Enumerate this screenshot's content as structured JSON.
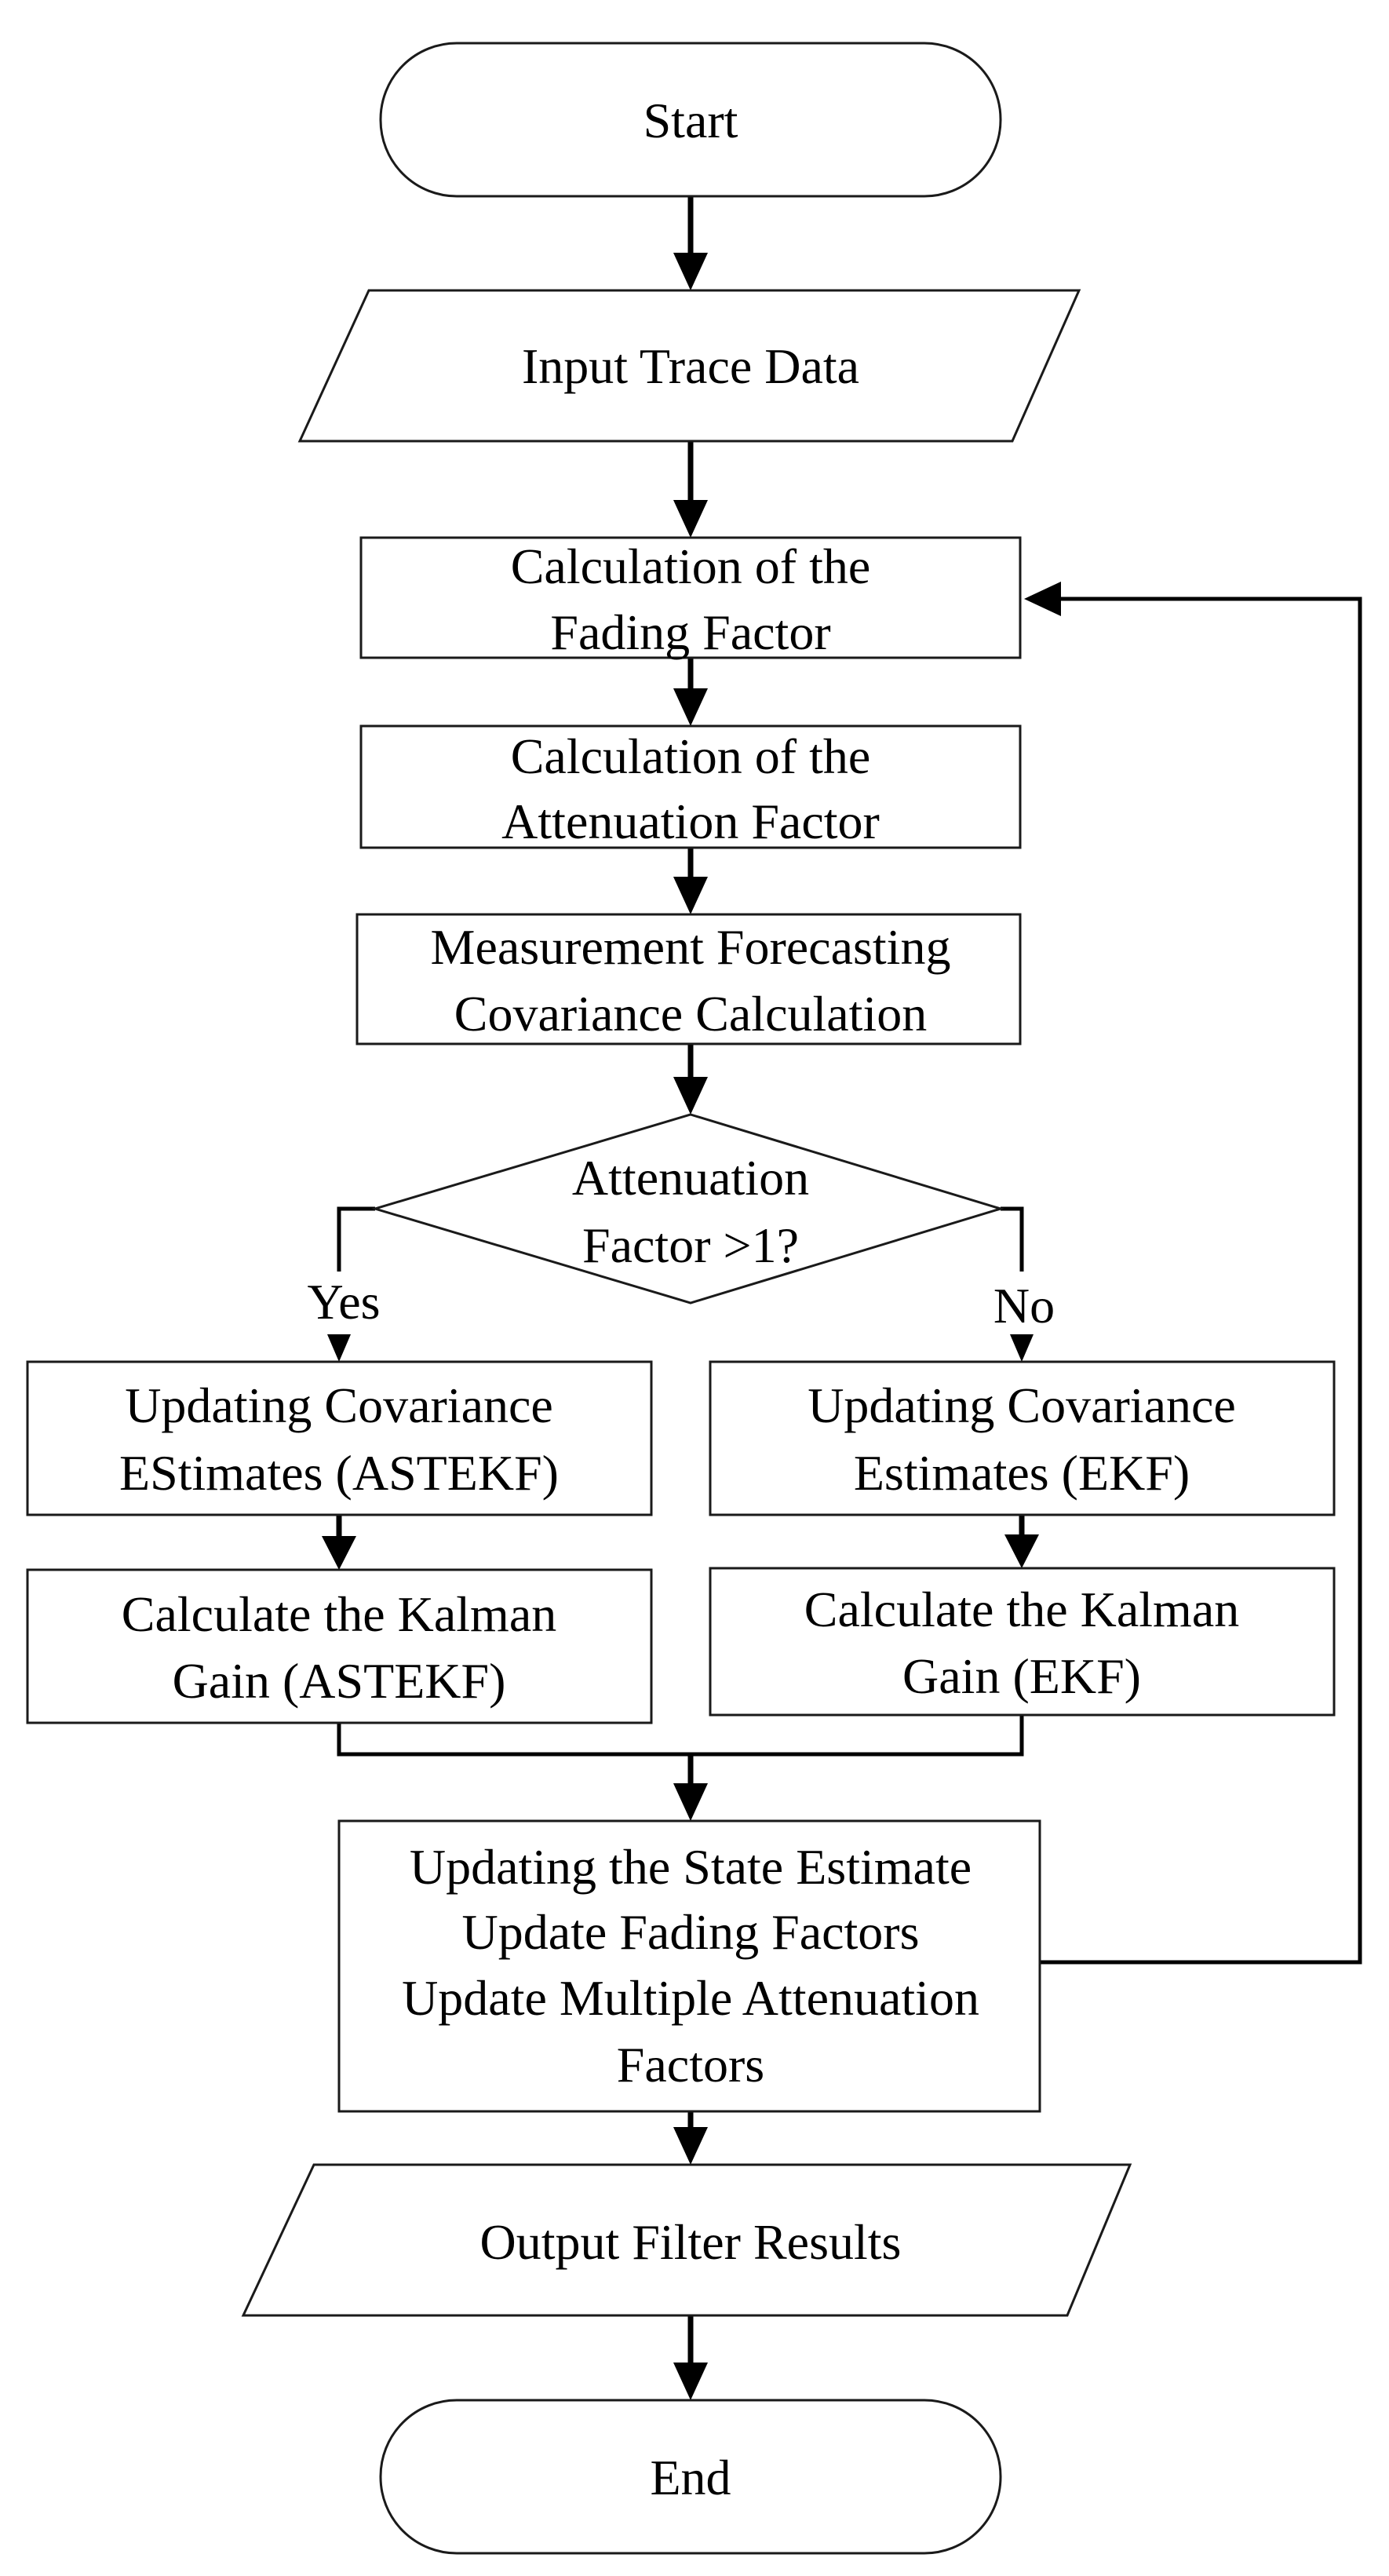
{
  "diagram": {
    "start": "Start",
    "input": "Input Trace Data",
    "fading_factor": [
      "Calculation of the",
      "Fading Factor"
    ],
    "attenuation_factor": [
      "Calculation of the",
      "Attenuation Factor"
    ],
    "measurement": [
      "Measurement Forecasting",
      "Covariance Calculation"
    ],
    "decision": [
      "Attenuation",
      "Factor >1?"
    ],
    "yes_label": "Yes",
    "no_label": "No",
    "update_cov_astekf": [
      "Updating Covariance",
      "EStimates (ASTEKF)"
    ],
    "update_cov_ekf": [
      "Updating Covariance",
      "Estimates (EKF)"
    ],
    "gain_astekf": [
      "Calculate the Kalman",
      "Gain (ASTEKF)"
    ],
    "gain_ekf": [
      "Calculate the Kalman",
      "Gain (EKF)"
    ],
    "update_state": [
      "Updating the State Estimate",
      "Update Fading Factors",
      "Update Multiple Attenuation",
      "Factors"
    ],
    "output": "Output Filter Results",
    "end": "End"
  },
  "colors": {
    "stroke": "#1a1a1a",
    "arrow": "#000000",
    "background": "#ffffff",
    "text": "#000000"
  }
}
